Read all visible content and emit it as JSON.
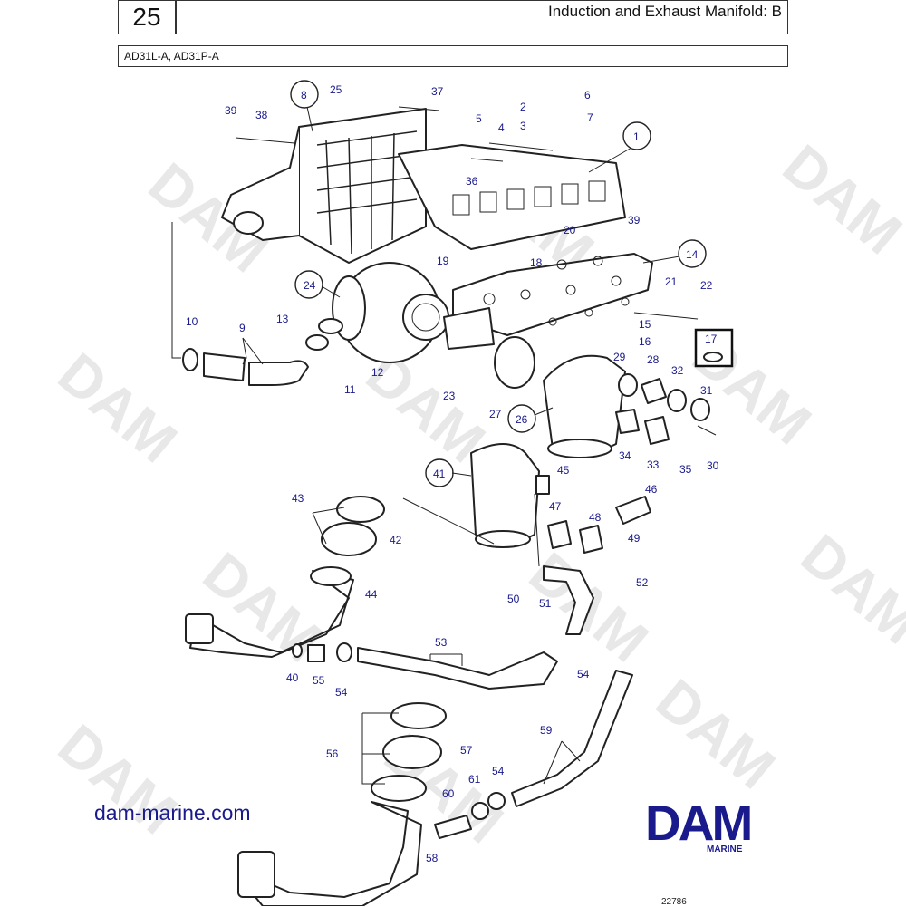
{
  "header": {
    "page_number": "25",
    "title": "Induction and Exhaust Manifold: B",
    "models": "AD31L-A, AD31P-A"
  },
  "watermark": "DAM",
  "callouts": [
    "1",
    "2",
    "3",
    "4",
    "5",
    "6",
    "7",
    "8",
    "9",
    "10",
    "11",
    "12",
    "13",
    "14",
    "15",
    "16",
    "17",
    "18",
    "19",
    "20",
    "21",
    "22",
    "23",
    "24",
    "25",
    "26",
    "27",
    "28",
    "29",
    "30",
    "31",
    "32",
    "33",
    "34",
    "35",
    "36",
    "37",
    "38",
    "39",
    "39",
    "40",
    "41",
    "42",
    "43",
    "44",
    "45",
    "46",
    "47",
    "48",
    "49",
    "50",
    "51",
    "52",
    "53",
    "54",
    "54",
    "54",
    "55",
    "56",
    "57",
    "58",
    "59",
    "60",
    "61"
  ],
  "circled": [
    "1",
    "8",
    "14",
    "24",
    "26",
    "41"
  ],
  "boxed": [
    "17"
  ],
  "footer": {
    "website": "dam-marine.com",
    "brand": "DAM",
    "brand_sub": "MARINE",
    "drawing_ref": "22786"
  },
  "colors": {
    "label": "#1a1a8c",
    "watermark": "#e8e8e8",
    "line": "#222222"
  }
}
